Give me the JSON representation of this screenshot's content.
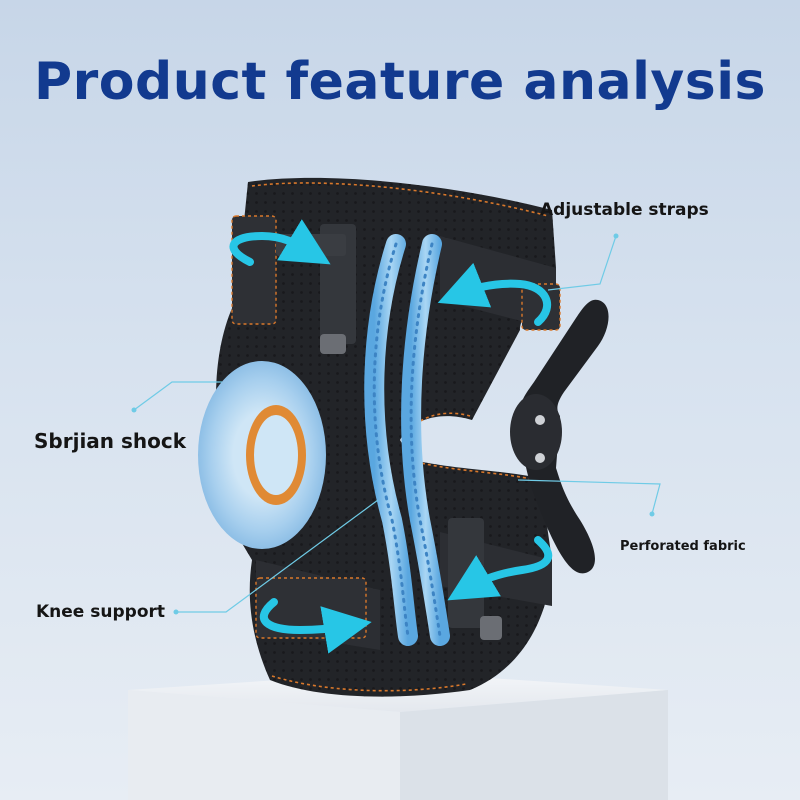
{
  "title": "Product feature analysis",
  "labels": {
    "adjustable_straps": "Adjustable straps",
    "shock": "Sbrjian shock",
    "perforated_fabric": "Perforated fabric",
    "knee_support": "Knee support"
  },
  "colors": {
    "title": "#123a8f",
    "arrow": "#27c6e6",
    "brace": "#1f2124",
    "stitch": "#d9782b",
    "gel": "#8fc4ea",
    "callout_line": "#6fcbe6"
  }
}
